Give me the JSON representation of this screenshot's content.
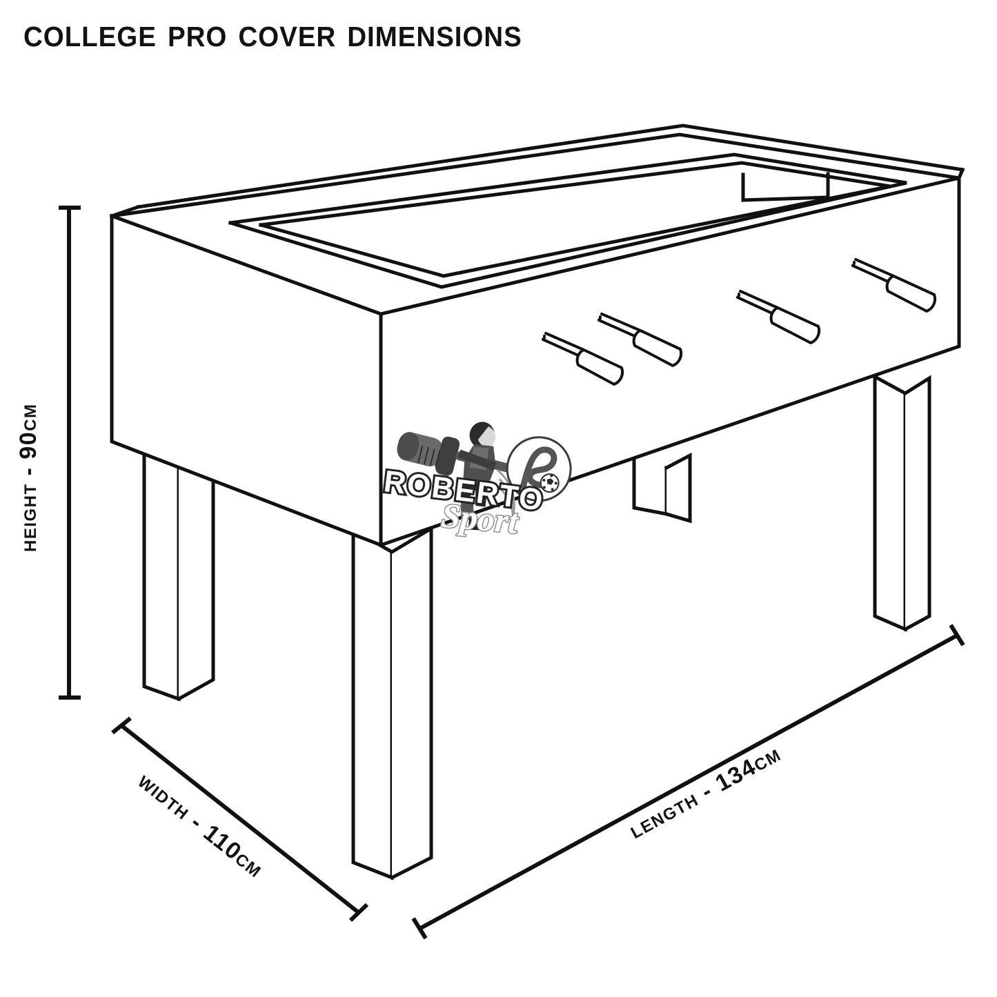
{
  "page": {
    "title": "College Pro Cover Dimensions",
    "background_color": "#ffffff",
    "line_color": "#111111"
  },
  "diagram": {
    "name": "foosball-table-cover-isometric-dimension-drawing",
    "subject": "foosball table",
    "view": "isometric line drawing",
    "rod_handle_count": 4,
    "leg_count": 4
  },
  "dimensions": {
    "height": {
      "label": "Height - 90cm",
      "measure": "Height",
      "value": "90",
      "unit": "cm",
      "orientation": "vertical"
    },
    "width": {
      "label": "Width - 110cm",
      "measure": "Width",
      "value": "110",
      "unit": "cm",
      "orientation": "diagonal-down-right"
    },
    "length": {
      "label": "Length - 134cm",
      "measure": "Length",
      "value": "134",
      "unit": "cm",
      "orientation": "diagonal-up-right"
    }
  },
  "logo": {
    "brand": "ROBERTO",
    "sub_brand": "Sport",
    "badge_monogram": "R",
    "colors": {
      "dark": "#4a4a4a",
      "mid": "#8a8a8a",
      "light": "#c9c9c9"
    }
  }
}
